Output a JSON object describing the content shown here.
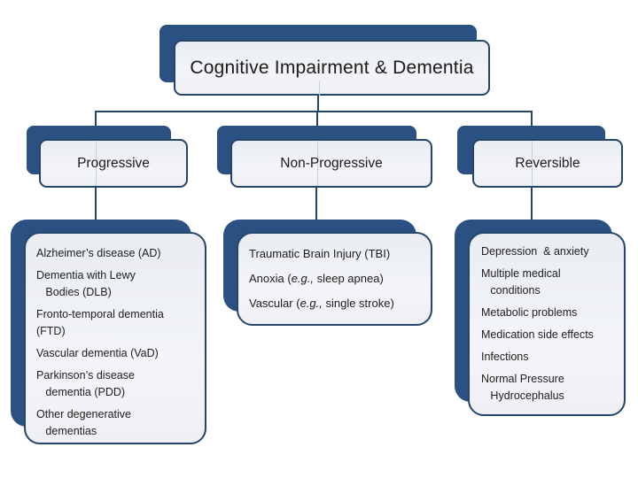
{
  "palette": {
    "navy": "#2b5183",
    "border": "#24466b",
    "text": "#1c1c1c"
  },
  "root": {
    "title": "Cognitive Impairment & Dementia"
  },
  "branches": [
    {
      "label": "Progressive",
      "items": [
        [
          {
            "t": "Alzheimer’s disease (AD)"
          }
        ],
        [
          {
            "t": "Dementia with Lewy\n   Bodies (DLB)"
          }
        ],
        [
          {
            "t": "Fronto-temporal dementia\n(FTD)"
          }
        ],
        [
          {
            "t": "Vascular dementia (VaD)"
          }
        ],
        [
          {
            "t": "Parkinson’s disease\n   dementia (PDD)"
          }
        ],
        [
          {
            "t": "Other degenerative\n   dementias"
          }
        ]
      ]
    },
    {
      "label": "Non-Progressive",
      "items": [
        [
          {
            "t": "Traumatic Brain Injury (TBI)"
          }
        ],
        [
          {
            "t": "Anoxia ("
          },
          {
            "t": "e.g.,",
            "i": true
          },
          {
            "t": " sleep apnea)"
          }
        ],
        [
          {
            "t": "Vascular ("
          },
          {
            "t": "e.g.,",
            "i": true
          },
          {
            "t": " single stroke)"
          }
        ]
      ]
    },
    {
      "label": "Reversible",
      "items": [
        [
          {
            "t": "Depression  & anxiety"
          }
        ],
        [
          {
            "t": "Multiple medical\n   conditions"
          }
        ],
        [
          {
            "t": "Metabolic problems"
          }
        ],
        [
          {
            "t": "Medication side effects"
          }
        ],
        [
          {
            "t": "Infections"
          }
        ],
        [
          {
            "t": "Normal Pressure\n   Hydrocephalus"
          }
        ]
      ]
    }
  ]
}
